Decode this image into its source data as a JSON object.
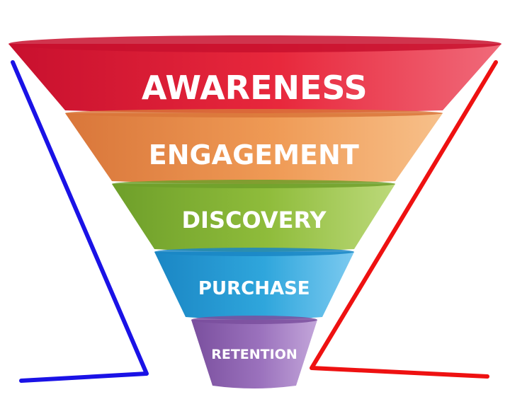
{
  "funnel": {
    "stages": [
      {
        "label": "AWARENESS",
        "color_dark": "#c8102e",
        "color_mid": "#e8283c",
        "color_light": "#f06a7a"
      },
      {
        "label": "ENGAGEMENT",
        "color_dark": "#d9763a",
        "color_mid": "#ef9a55",
        "color_light": "#f7c08a"
      },
      {
        "label": "DISCOVERY",
        "color_dark": "#6e9f2a",
        "color_mid": "#8fbc3b",
        "color_light": "#bcd97a"
      },
      {
        "label": "PURCHASE",
        "color_dark": "#1a86c4",
        "color_mid": "#2fa6dc",
        "color_light": "#7ccaf0"
      },
      {
        "label": "RETENTION",
        "color_dark": "#7a4f9e",
        "color_mid": "#9b72bd",
        "color_light": "#c3a6da"
      }
    ]
  },
  "annotations": {
    "left_line_color": "#1a12e6",
    "right_line_color": "#ee1111"
  }
}
